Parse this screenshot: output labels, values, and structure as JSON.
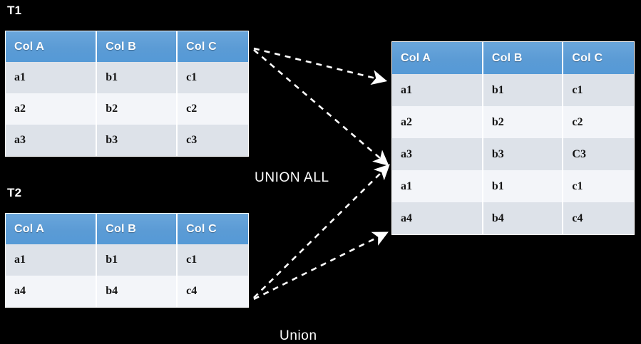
{
  "diagram": {
    "type": "sql-set-operation",
    "background_color": "#000000",
    "header_color": "#5b9bd5",
    "row_colors": [
      "#dde2e9",
      "#f3f5f9"
    ],
    "text_color": "#ffffff"
  },
  "columns": [
    "Col A",
    "Col B",
    "Col C"
  ],
  "tables": {
    "t1": {
      "label": "T1",
      "headers": [
        "Col A",
        "Col B",
        "Col C"
      ],
      "rows": [
        [
          "a1",
          "b1",
          "c1"
        ],
        [
          "a2",
          "b2",
          "c2"
        ],
        [
          "a3",
          "b3",
          "c3"
        ]
      ]
    },
    "t2": {
      "label": "T2",
      "headers": [
        "Col A",
        "Col B",
        "Col C"
      ],
      "rows": [
        [
          "a1",
          "b1",
          "c1"
        ],
        [
          "a4",
          "b4",
          "c4"
        ]
      ]
    },
    "result": {
      "label": "",
      "headers": [
        "Col A",
        "Col B",
        "Col C"
      ],
      "rows": [
        [
          "a1",
          "b1",
          "c1"
        ],
        [
          "a2",
          "b2",
          "c2"
        ],
        [
          "a3",
          "b3",
          "C3"
        ],
        [
          "a1",
          "b1",
          "c1"
        ],
        [
          "a4",
          "b4",
          "c4"
        ]
      ]
    }
  },
  "operations": {
    "union_all": "UNION ALL",
    "union": "Union"
  },
  "connectors": [
    {
      "name": "t1-to-result-top",
      "from": "t1",
      "to": "result-row-1"
    },
    {
      "name": "t1-to-result-middle",
      "from": "t1",
      "to": "result-row-3"
    },
    {
      "name": "t2-to-result-middle",
      "from": "t2",
      "to": "result-row-3"
    },
    {
      "name": "t2-to-result-bottom",
      "from": "t2",
      "to": "result-row-5"
    }
  ]
}
